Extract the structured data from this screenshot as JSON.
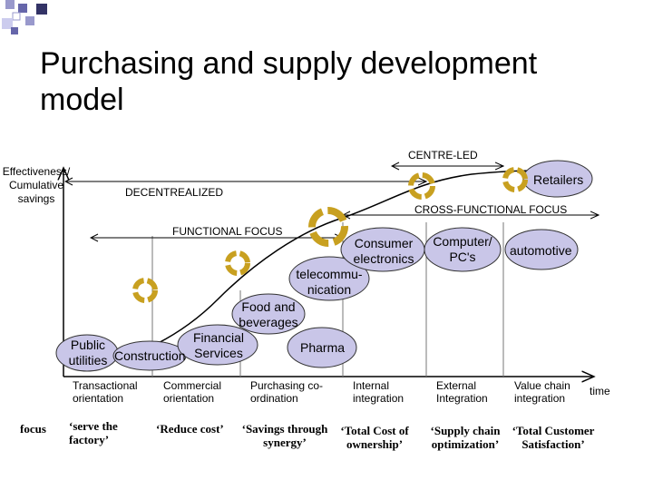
{
  "title": "Purchasing and supply development model",
  "y_axis_label": "Effectiveness/ Cumulative savings",
  "x_axis_label": "time",
  "scope_labels": {
    "centre_led": "CENTRE-LED",
    "decentralized": "DECENTREALIZED",
    "cross_functional": "CROSS-FUNCTIONAL FOCUS",
    "functional": "FUNCTIONAL FOCUS"
  },
  "industries": {
    "public_utilities": "Public utilities",
    "construction": "Construction",
    "financial_services": "Financial Services",
    "pharma": "Pharma",
    "food_beverages": "Food and beverages",
    "telecommunication": "telecommu- nication",
    "consumer_electronics": "Consumer electronics",
    "computer_pcs": "Computer/ PC's",
    "automotive": "automotive",
    "retailers": "Retailers"
  },
  "phases": [
    "Transactional orientation",
    "Commercial orientation",
    "Purchasing co-ordination",
    "Internal integration",
    "External Integration",
    "Value chain integration"
  ],
  "focus_label": "focus",
  "focus_items": {
    "serve_factory": "‘serve the factory’",
    "reduce_cost": "‘Reduce cost’",
    "savings_synergy": "‘Savings through synergy’",
    "total_cost": "‘Total Cost of ownership’",
    "supply_chain": "‘Supply chain optimization’",
    "total_customer": "‘Total Customer Satisfaction’"
  },
  "colors": {
    "bubble_fill": "#c9c6e8",
    "cycle_icon": "#c8a020",
    "axis": "#000000"
  }
}
